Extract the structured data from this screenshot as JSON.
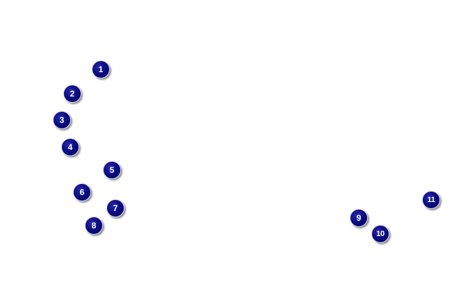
{
  "markers": [
    {
      "label": "1"
    },
    {
      "label": "2"
    },
    {
      "label": "3"
    },
    {
      "label": "4"
    },
    {
      "label": "5"
    },
    {
      "label": "6"
    },
    {
      "label": "7"
    },
    {
      "label": "8"
    },
    {
      "label": "9"
    },
    {
      "label": "10"
    },
    {
      "label": "11"
    }
  ],
  "colors": {
    "marker_fill": "#0b0b82",
    "marker_text": "#ffffff",
    "background": "#ffffff"
  }
}
